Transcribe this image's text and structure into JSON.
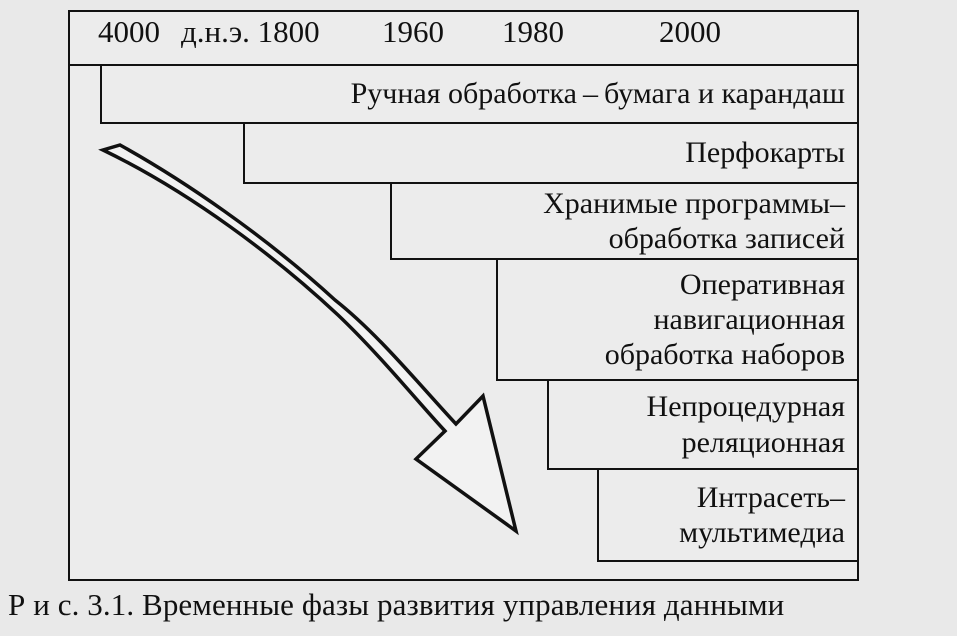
{
  "timeline": {
    "year_labels": [
      "4000",
      "д.н.э. 1800",
      "1960",
      "1980",
      "2000"
    ]
  },
  "phases": [
    "Ручная обработка – бумага и карандаш",
    "Перфокарты",
    "Хранимые программы–\nобработка записей",
    "Оперативная\nнавигационная\nобработка наборов",
    "Непроцедурная\nреляционная",
    "Интрасеть–\nмультимедиа"
  ],
  "caption": "Р и с. 3.1. Временные фазы развития управления данными",
  "colors": {
    "line": "#111111",
    "background": "#e9e9e9"
  }
}
